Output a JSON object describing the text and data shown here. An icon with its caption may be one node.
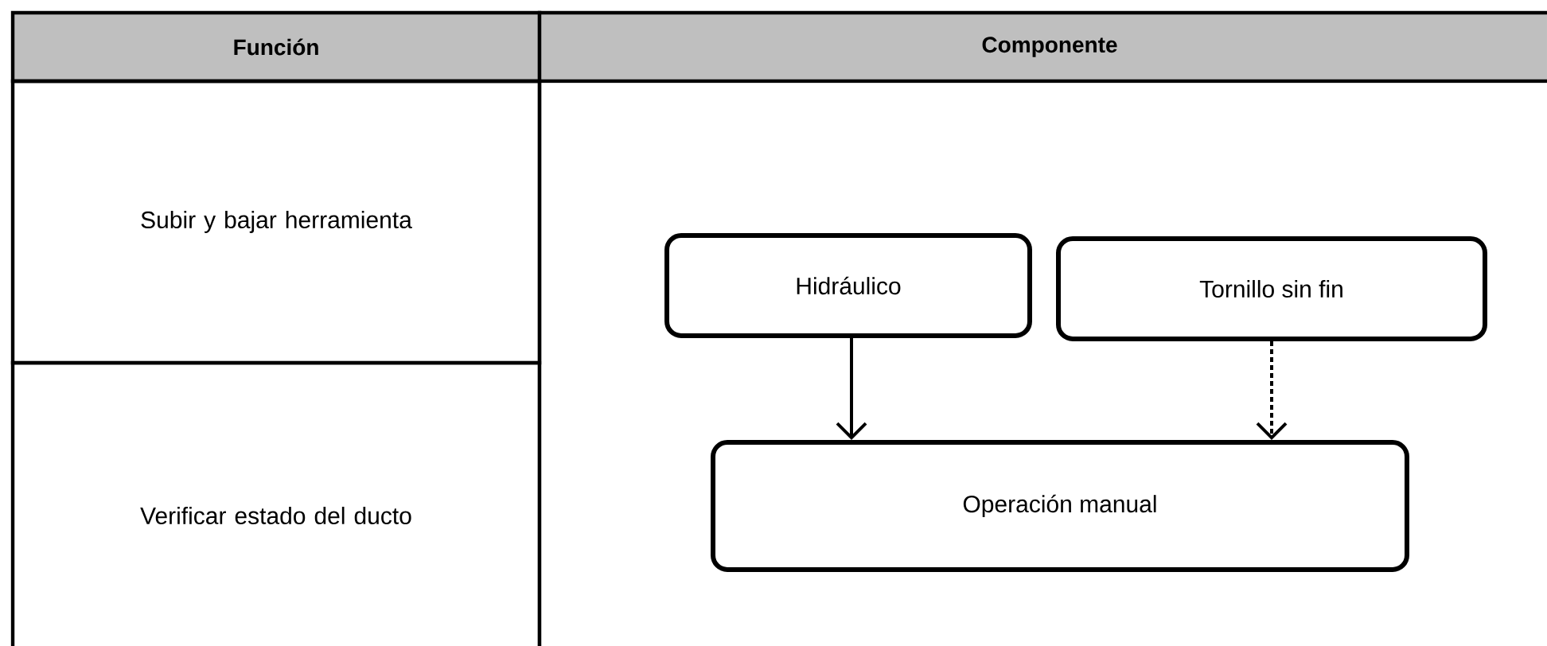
{
  "diagram": {
    "nodes": [
      {
        "text": [
          "Hidráulico"
        ]
      },
      {
        "text": [
          "Tornillo sin fin"
        ]
      },
      {
        "text": [
          "Operación manual"
        ]
      }
    ],
    "edges": [
      {
        "from": 0,
        "to": 2,
        "arrow": "to"
      },
      {
        "from": 1,
        "to": 2,
        "arrow": "to",
        "style": "dashed"
      }
    ],
    "labels": [
      "Función",
      "Componente",
      "Subir y bajar herramienta",
      "Verificar estado del ducto"
    ]
  }
}
